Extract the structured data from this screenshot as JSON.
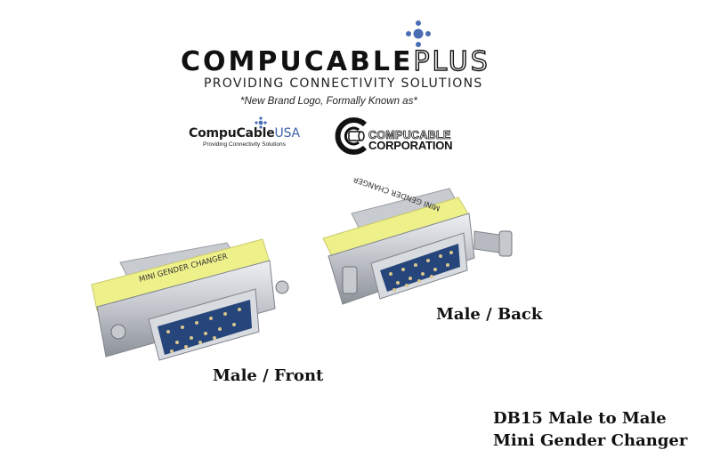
{
  "header": {
    "brand_main": "COMPUCABLE",
    "brand_plus": "PLUS",
    "tagline": "PROVIDING CONNECTIVITY SOLUTIONS",
    "formerly_note": "*New Brand Logo, Formally Known as*",
    "accent_color": "#4a6cb3"
  },
  "former_logos": [
    {
      "name_main": "CompuCable",
      "name_suffix": "USA",
      "subtitle": "Providing Connectivity Solutions"
    },
    {
      "line1": "COMPUCABLE",
      "line2": "CORPORATION"
    }
  ],
  "product": {
    "images": [
      {
        "label": "Male / Front",
        "band_text": "MINI GENDER CHANGER"
      },
      {
        "label": "Male / Back",
        "band_text": "MINI GENDER CHANGER"
      }
    ],
    "title_line1": "DB15 Male to Male",
    "title_line2": "Mini Gender Changer",
    "colors": {
      "shell": "#c9ccd1",
      "band": "#eef08a",
      "insert": "#26457a",
      "pins": "#d9c690"
    }
  }
}
